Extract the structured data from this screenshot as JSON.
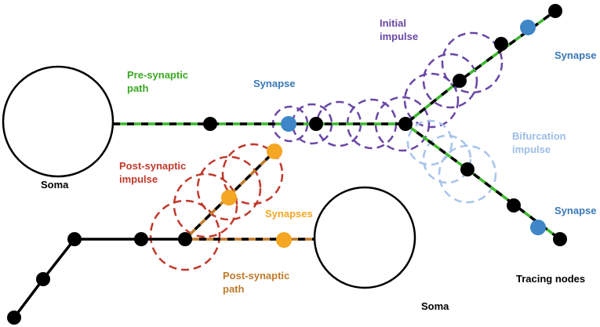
{
  "colors": {
    "black": "#000000",
    "green": "#3cb82e",
    "brown": "#c07a2a",
    "purple": "#6a47a6",
    "red": "#c0392b",
    "lightblue": "#a9c4ea",
    "blue": "#3e86c7",
    "orange": "#f5a623",
    "label_green": "#3aa822",
    "label_blue": "#3878b8",
    "label_purple": "#6a47a6",
    "label_red": "#c0392b",
    "label_orange": "#f5a623",
    "label_brown": "#c07a2a",
    "label_lightblue": "#9cbde8"
  },
  "labels": {
    "pre_synaptic_path": [
      "Pre-synaptic",
      "path"
    ],
    "synapse_center": "Synapse",
    "initial_impulse": [
      "Initial",
      "impulse"
    ],
    "synapse_top_right": "Synapse",
    "bifurcation_impulse": [
      "Bifurcation",
      "impulse"
    ],
    "synapse_bottom_right": "Synapse",
    "soma_left": "Soma",
    "post_synaptic_impulse": [
      "Post-synaptic",
      "impulse"
    ],
    "synapses": "Synapses",
    "post_synaptic_path": [
      "Post-synaptic",
      "path"
    ],
    "soma_bottom": "Soma",
    "tracing_nodes": "Tracing nodes"
  }
}
